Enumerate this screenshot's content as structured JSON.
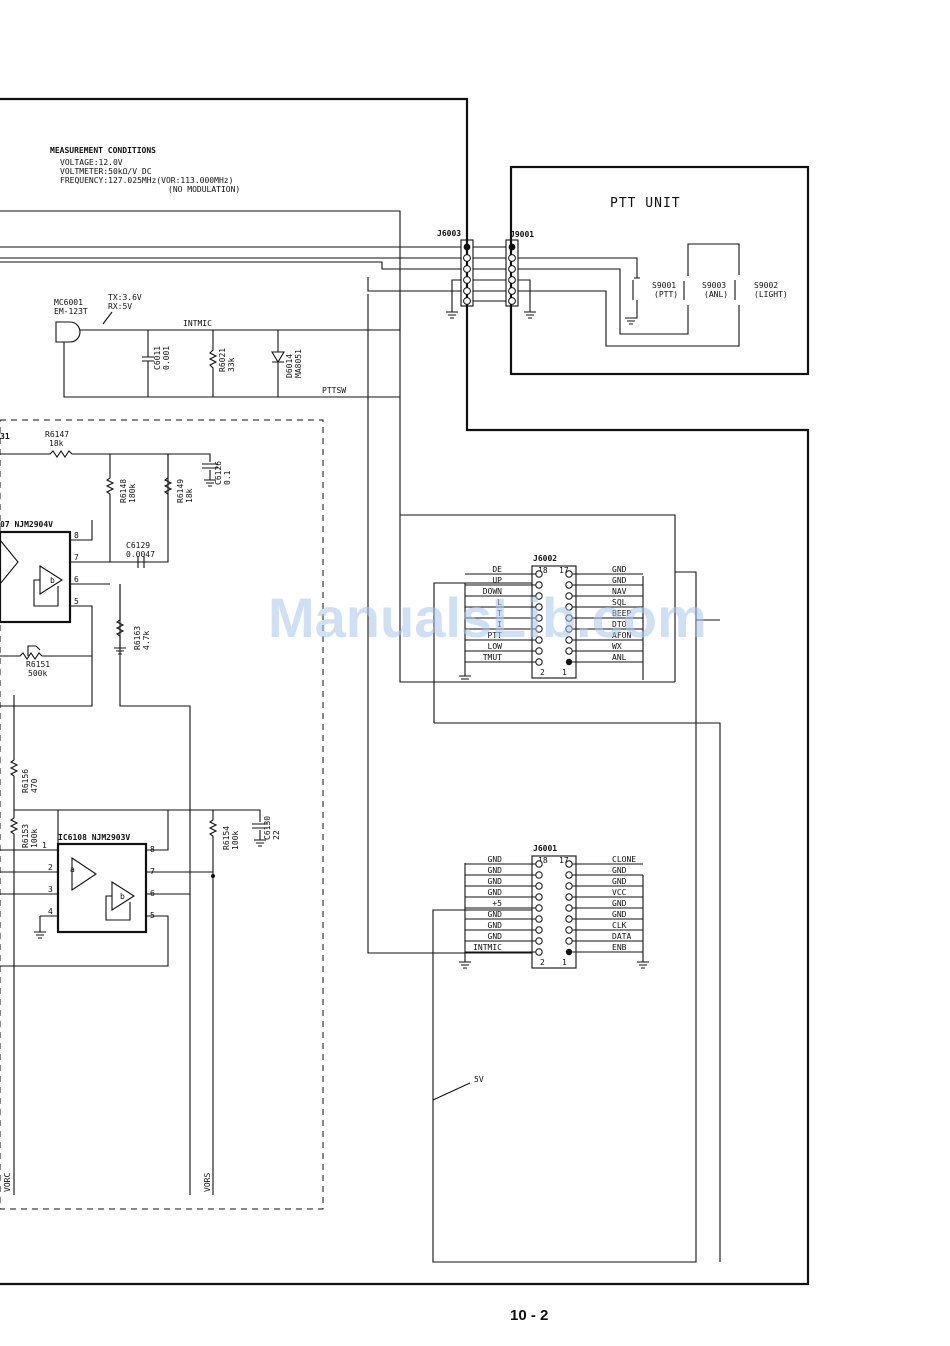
{
  "measurement": {
    "heading": "MEASUREMENT CONDITIONS",
    "voltage": "VOLTAGE:12.0V",
    "voltmeter": "VOLTMETER:50kΩ/V DC",
    "frequency": "FREQUENCY:127.025MHz(VOR:113.000MHz)",
    "modulation": "(NO MODULATION)"
  },
  "ptt_unit": {
    "title": "PTT UNIT",
    "connector": "J9001",
    "switches": [
      {
        "ref": "S9001",
        "func": "(PTT)"
      },
      {
        "ref": "S9003",
        "func": "(ANL)"
      },
      {
        "ref": "S9002",
        "func": "(LIGHT)"
      }
    ]
  },
  "connectors": {
    "j6003": "J6003",
    "j6002": {
      "ref": "J6002",
      "pin_top_left": "18",
      "pin_top_right": "17",
      "pin_bottom_left": "2",
      "pin_bottom_right": "1",
      "left_labels": [
        "DE",
        "UP",
        "DOWN",
        "L",
        "T",
        "I",
        "PTT",
        "LOW",
        "TMUT"
      ],
      "right_labels": [
        "GND",
        "GND",
        "NAV",
        "SQL",
        "BEEP",
        "DTO",
        "AFON",
        "WX",
        "ANL"
      ]
    },
    "j6001": {
      "ref": "J6001",
      "pin_top_left": "18",
      "pin_top_right": "17",
      "pin_bottom_left": "2",
      "pin_bottom_right": "1",
      "left_labels": [
        "GND",
        "GND",
        "GND",
        "GND",
        "+5",
        "GND",
        "GND",
        "GND",
        "INTMIC"
      ],
      "right_labels": [
        "CLONE",
        "GND",
        "GND",
        "VCC",
        "GND",
        "GND",
        "CLK",
        "DATA",
        "ENB"
      ]
    }
  },
  "components": {
    "mic_ref": "MC6001",
    "mic_part": "EM-123T",
    "mic_tx": "TX:3.6V",
    "mic_rx": "RX:5V",
    "intmic": "INTMIC",
    "pttsw": "PTTSW",
    "c6011": [
      "C6011",
      "0.001"
    ],
    "r6021": [
      "R6021",
      "33k"
    ],
    "d6014": [
      "D6014",
      "MA8051"
    ],
    "ic_upper_ref": "31",
    "r6147": [
      "R6147",
      "18k"
    ],
    "r6148": [
      "R6148",
      "180k"
    ],
    "r6149": [
      "R6149",
      "18k"
    ],
    "c6126": [
      "C6126",
      "0.1"
    ],
    "ic6107": "07 NJM2904V",
    "c6129": [
      "C6129",
      "0.0047"
    ],
    "r6163": [
      "R6163",
      "4.7k"
    ],
    "r6151": [
      "R6151",
      "500k"
    ],
    "r6156": [
      "R6156",
      "470"
    ],
    "r6153": [
      "R6153",
      "100k"
    ],
    "ic6108": "IC6108 NJM2903V",
    "r6154": [
      "R6154",
      "100k"
    ],
    "c6130": [
      "C6130",
      "22"
    ],
    "vorc": "VORC",
    "vors": "VORS",
    "five_v": "5V"
  },
  "ic_pins": {
    "upper": [
      "8",
      "7",
      "6",
      "5",
      "b"
    ],
    "lower": [
      "8",
      "7",
      "6",
      "5",
      "1",
      "2",
      "3",
      "4",
      "a",
      "b"
    ]
  },
  "page_number": "10 - 2",
  "watermark": "ManualsLib.com"
}
